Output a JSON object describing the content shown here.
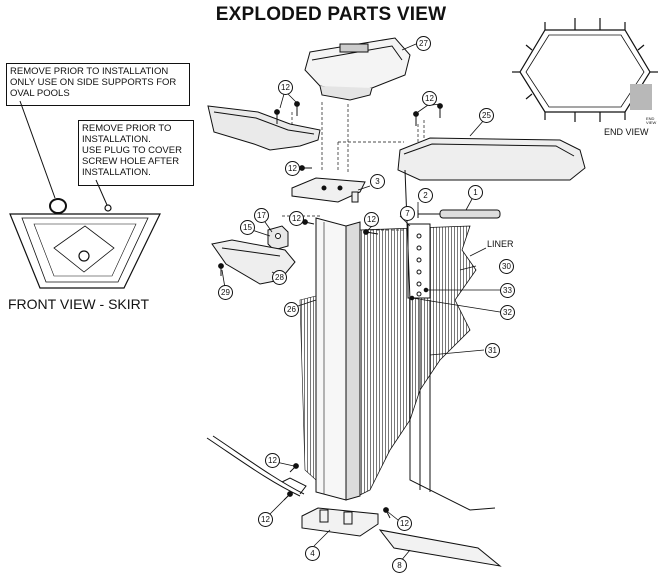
{
  "title": "EXPLODED PARTS VIEW",
  "notes": {
    "oval_support": "REMOVE PRIOR TO INSTALLATION\nONLY USE ON SIDE SUPPORTS FOR\nOVAL POOLS",
    "plug_screw": "REMOVE PRIOR TO\nINSTALLATION.\nUSE PLUG TO COVER\nSCREW HOLE AFTER\nINSTALLATION."
  },
  "labels": {
    "front_view": "FRONT VIEW - SKIRT",
    "end_view": "END VIEW",
    "end_small": "END\nVIEW",
    "liner": "LINER"
  },
  "callouts": {
    "c27": "27",
    "c12a": "12",
    "c12b": "12",
    "c25": "25",
    "c12c": "12",
    "c3": "3",
    "c2": "2",
    "c1": "1",
    "c17": "17",
    "c12d": "12",
    "c12e": "12",
    "c7": "7",
    "c15": "15",
    "c30": "30",
    "c28": "28",
    "c33": "33",
    "c29": "29",
    "c26": "26",
    "c32": "32",
    "c31": "31",
    "c12f": "12",
    "c12g": "12",
    "c12h": "12",
    "c4": "4",
    "c8": "8"
  }
}
